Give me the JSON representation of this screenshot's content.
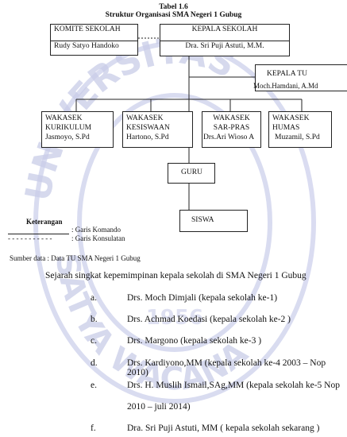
{
  "table_label": "Tabel 1.6",
  "table_title": "Struktur Organisasi SMA Negeri 1 Gubug",
  "org": {
    "komite": {
      "title": "KOMITE SEKOLAH",
      "name": "Rudy Satyo Handoko"
    },
    "kepala": {
      "title": "KEPALA SEKOLAH",
      "name": "Dra. Sri Puji Astuti, M.M."
    },
    "kepala_tu": {
      "title": "KEPALA  TU",
      "name": "Moch.Hamdani, A.Md"
    },
    "wakasek": [
      {
        "title1": "WAKASEK",
        "title2": "KURIKULUM",
        "name": "Jasmoyo, S.Pd"
      },
      {
        "title1": "WAKASEK",
        "title2": "KESISWAAN",
        "name": "Hartono, S.Pd"
      },
      {
        "title1": "WAKASEK",
        "title2": "SAR-PRAS",
        "name": "Drs.Ari Wioso A"
      },
      {
        "title1": "WAKASEK",
        "title2": "HUMAS",
        "name": "Muzamil, S.Pd"
      }
    ],
    "guru": "GURU",
    "siswa": "SISWA"
  },
  "legend": {
    "title": "Keterangan",
    "solid": ": Garis Komando",
    "dashed_marks": "- - - - - - - - - - -",
    "dashed": ": Garis Konsulatan"
  },
  "source": "Sumber data : Data TU SMA Negeri 1 Gubug",
  "heading": "Sejarah singkat kepemimpinan kepala sekolah di SMA Negeri 1 Gubug",
  "history": [
    {
      "num": "a.",
      "text": "Drs. Moch Dimjali (kepala sekolah ke-1)"
    },
    {
      "num": "b.",
      "text": "Drs. Achmad Koedasi (kepala sekolah ke-2 )"
    },
    {
      "num": "c.",
      "text": "Drs. Margono (kepala sekolah ke-3 )"
    },
    {
      "num": "d.",
      "text": "Drs. Kardiyono,MM (kepala sekolah ke-4 2003 – Nop 2010)"
    },
    {
      "num": "e.",
      "text": "Drs.  H.  Muslih  Ismail,SAg,MM  (kepala  sekolah  ke-5  Nop",
      "cont": "2010 – juli 2014)"
    },
    {
      "num": "f.",
      "text": "Dra. Sri Puji Astuti, MM ( kepala sekolah sekarang )"
    }
  ],
  "watermark": {
    "arc_top": "UNIVERSITAS",
    "arc_bottom": "SATYA WACANA",
    "year": "1956",
    "color": "#c9cde8"
  }
}
